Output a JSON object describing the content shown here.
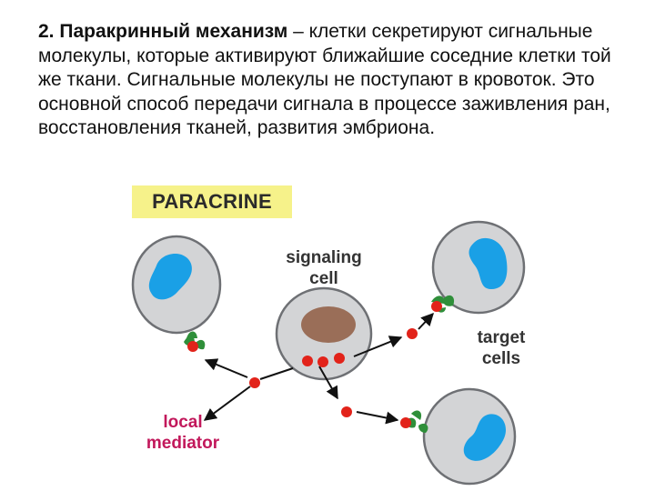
{
  "slide": {
    "heading_bold": "2. Паракринный механизм",
    "heading_rest": " – клетки секретируют сигнальные молекулы, которые активируют ближайшие соседние клетки той же ткани. Сигнальные молекулы не поступают в кровоток. Это основной способ передачи сигнала в процессе заживления ран, восстановления тканей, развития эмбриона."
  },
  "diagram": {
    "title": "PARACRINE",
    "signaling_cell_label": "signaling\ncell",
    "target_cells_label": "target\ncells",
    "local_mediator_label": "local\nmediator"
  },
  "colors": {
    "cell_fill": "#d3d4d6",
    "cell_stroke": "#6e7074",
    "target_nucleus": "#1aa0e6",
    "signal_nucleus": "#9a6e58",
    "mediator_dot": "#e2231a",
    "receptor": "#2f8f3a",
    "title_badge": "#f6f28a",
    "local_mediator_text": "#c2185b"
  }
}
